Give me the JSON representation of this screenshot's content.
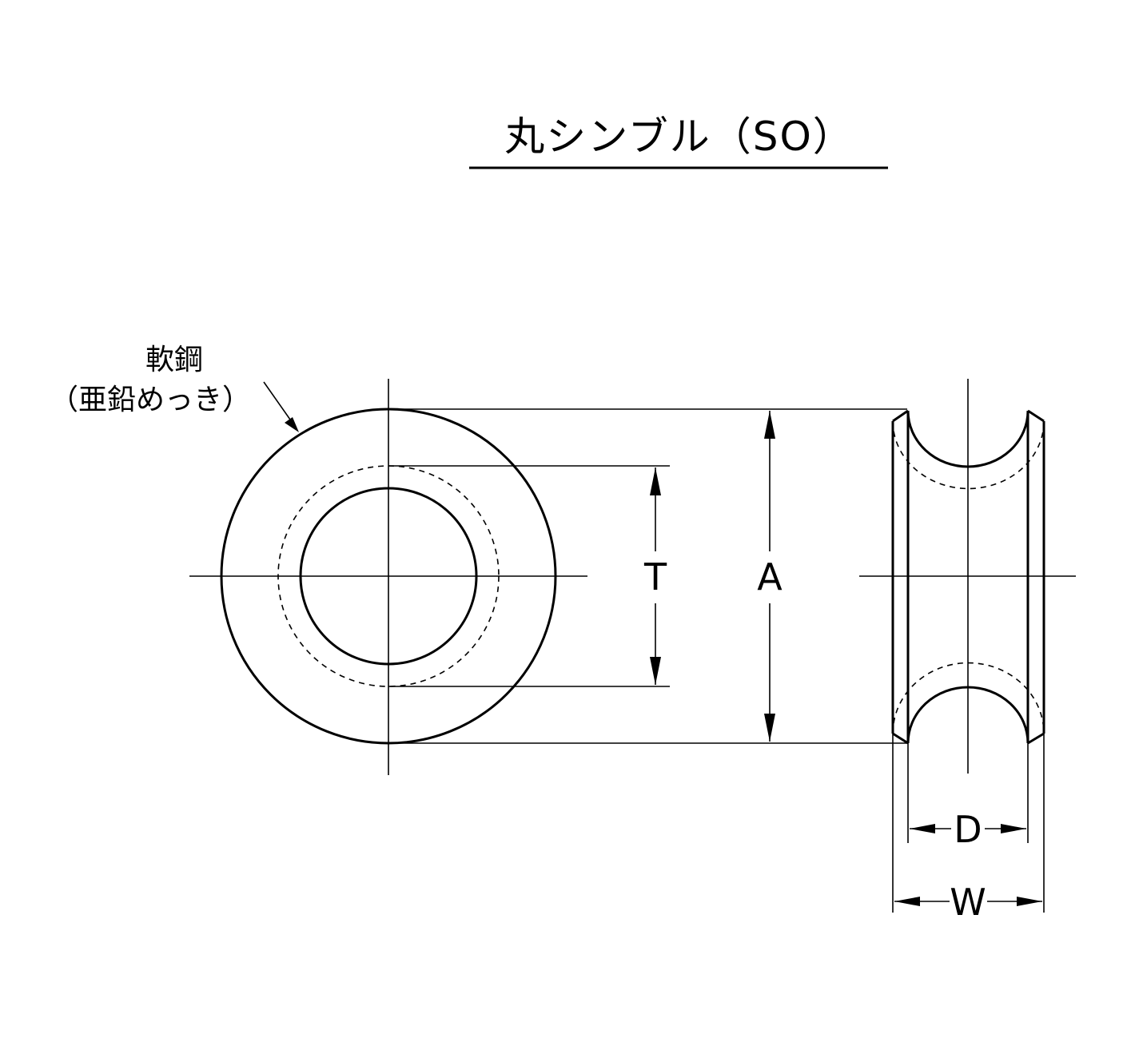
{
  "title": "丸シンブル（SO）",
  "material": {
    "line1": "軟鋼",
    "line2": "（亜鉛めっき）"
  },
  "dimensions": {
    "T": "T",
    "A": "A",
    "D": "D",
    "W": "W"
  },
  "colors": {
    "ink": "#000000",
    "background": "#ffffff"
  }
}
